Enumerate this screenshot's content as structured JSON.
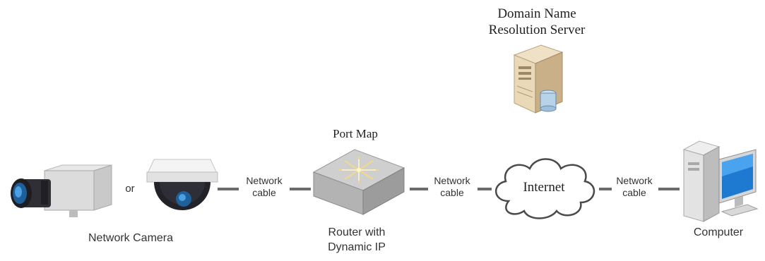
{
  "diagram": {
    "server": {
      "label_line1": "Domain Name",
      "label_line2": "Resolution Server",
      "icon": "server-icon"
    },
    "camera": {
      "label": "Network Camera",
      "or_text": "or",
      "box_icon": "box-camera-icon",
      "dome_icon": "dome-camera-icon"
    },
    "router": {
      "title": "Port Map",
      "label_line1": "Router  with",
      "label_line2": "Dynamic IP",
      "icon": "router-icon"
    },
    "internet": {
      "label": "Internet",
      "icon": "cloud-icon"
    },
    "computer": {
      "label": "Computer",
      "icon": "computer-icon"
    },
    "cables": [
      {
        "line1": "Network",
        "line2": "cable"
      },
      {
        "line1": "Network",
        "line2": "cable"
      },
      {
        "line1": "Network",
        "line2": "cable"
      }
    ]
  }
}
